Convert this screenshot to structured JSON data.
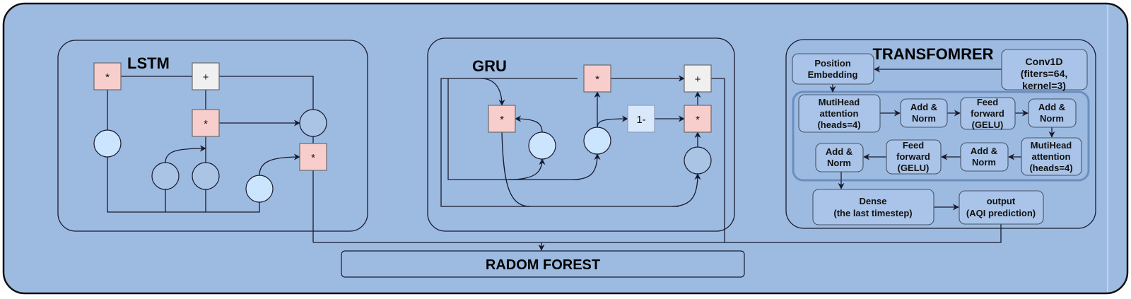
{
  "colors": {
    "background": "#9dbbe1",
    "multiply_gate": "#f8cecc",
    "add_gate": "#f0f0f0",
    "sigmoid_node": "#cce5ff",
    "tanh_node": "#a9c4e5"
  },
  "lstm": {
    "title": "LSTM",
    "mult": "*",
    "add": "+"
  },
  "gru": {
    "title": "GRU",
    "mult": "*",
    "add": "+",
    "one_minus": "1-"
  },
  "transformer": {
    "title": "TRANSFOMRER",
    "conv1d": [
      "Conv1D",
      "(fiters=64,",
      "kernel=3)"
    ],
    "position_embedding": [
      "Position",
      "Embedding"
    ],
    "mha": [
      "MutiHead",
      "attention",
      "(heads=4)"
    ],
    "add_norm": [
      "Add &",
      "Norm"
    ],
    "feed_forward": [
      "Feed",
      "forward",
      "(GELU)"
    ],
    "dense": [
      "Dense",
      "(the last timestep)"
    ],
    "output": [
      "output",
      "(AQI prediction)"
    ]
  },
  "random_forest": {
    "label": "RADOM FOREST"
  }
}
